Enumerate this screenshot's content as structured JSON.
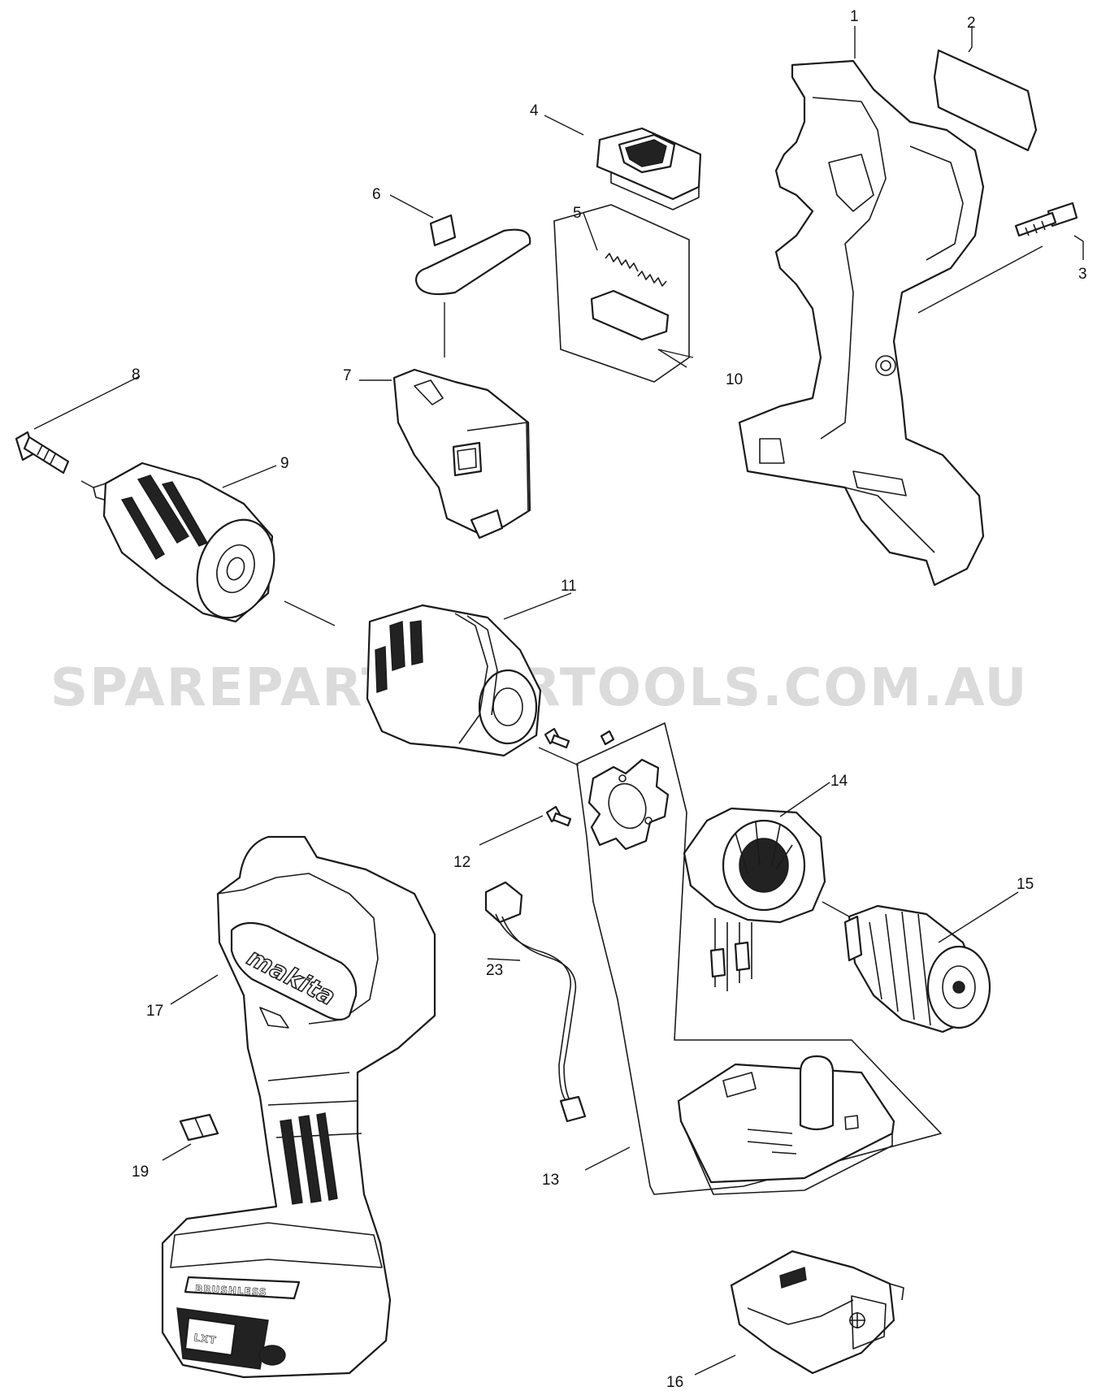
{
  "watermark": "SPAREPARTSFORTOOLS.COM.AU",
  "logo_text": "makita",
  "badge_text": "LXT",
  "housing_text": "BRUSHLESS",
  "callouts": {
    "p1": "1",
    "p2": "2",
    "p3": "3",
    "p4": "4",
    "p5": "5",
    "p6": "6",
    "p7": "7",
    "p8": "8",
    "p9": "9",
    "p10": "10",
    "p11": "11",
    "p12": "12",
    "p13": "13",
    "p14": "14",
    "p15": "15",
    "p16": "16",
    "p17": "17",
    "p19": "19",
    "p23": "23"
  }
}
